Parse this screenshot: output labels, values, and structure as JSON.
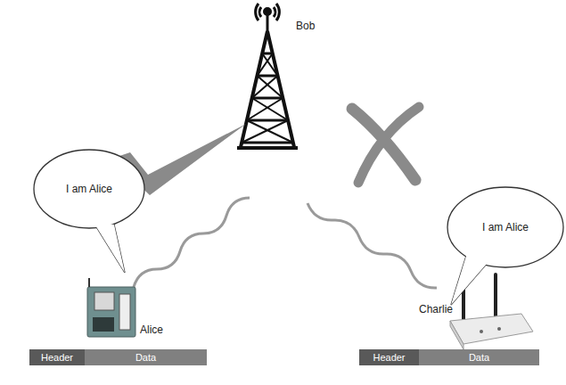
{
  "diagram": {
    "nodes": [
      {
        "text": [
          "I am Alice"
        ]
      },
      {
        "text": [
          "I am Alice"
        ]
      },
      {
        "text": [
          "Header"
        ]
      },
      {
        "text": [
          "Data"
        ]
      },
      {
        "text": [
          "Header"
        ]
      },
      {
        "text": [
          "Data"
        ]
      }
    ],
    "labels": [
      "Bob",
      "Alice",
      "Charlie"
    ]
  }
}
